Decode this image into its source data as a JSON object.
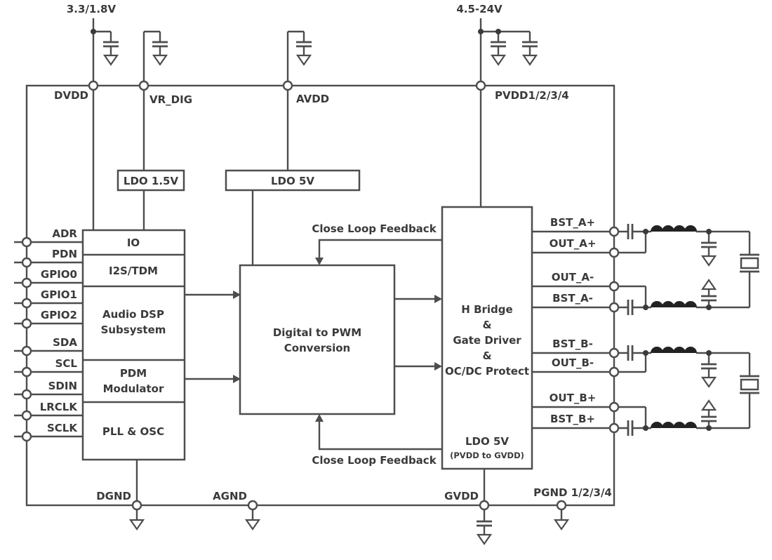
{
  "diagram": {
    "supply_left": "3.3/1.8V",
    "supply_right": "4.5-24V",
    "rails": {
      "dvdd": "DVDD",
      "vr_dig": "VR_DIG",
      "avdd": "AVDD",
      "pvdd": "PVDD1/2/3/4"
    },
    "blocks": {
      "ldo15": "LDO 1.5V",
      "ldo5": "LDO 5V",
      "io": "IO",
      "i2s_tdm": "I2S/TDM",
      "dsp_line1": "Audio DSP",
      "dsp_line2": "Subsystem",
      "pdm_line1": "PDM",
      "pdm_line2": "Modulator",
      "pll_osc": "PLL & OSC",
      "pwm_line1": "Digital to PWM",
      "pwm_line2": "Conversion",
      "hbridge_lines": [
        "H Bridge",
        "&",
        "Gate Driver",
        "&",
        "OC/DC Protect"
      ],
      "hbridge_ldo": "LDO 5V",
      "hbridge_ldo_sub": "(PVDD to GVDD)"
    },
    "feedback_top": "Close Loop Feedback",
    "feedback_bottom": "Close Loop Feedback",
    "left_pins": [
      "ADR",
      "PDN",
      "GPIO0",
      "GPIO1",
      "GPIO2",
      "SDA",
      "SCL",
      "SDIN",
      "LRCLK",
      "SCLK"
    ],
    "right_pins": [
      "BST_A+",
      "OUT_A+",
      "OUT_A-",
      "BST_A-",
      "BST_B-",
      "OUT_B-",
      "OUT_B+",
      "BST_B+"
    ],
    "bottom_pins": {
      "dgnd": "DGND",
      "agnd": "AGND",
      "gvdd": "GVDD",
      "pgnd": "PGND 1/2/3/4"
    },
    "colors": {
      "wire": "#4d4d4d",
      "text": "#3a3a3a",
      "background": "#ffffff"
    }
  }
}
